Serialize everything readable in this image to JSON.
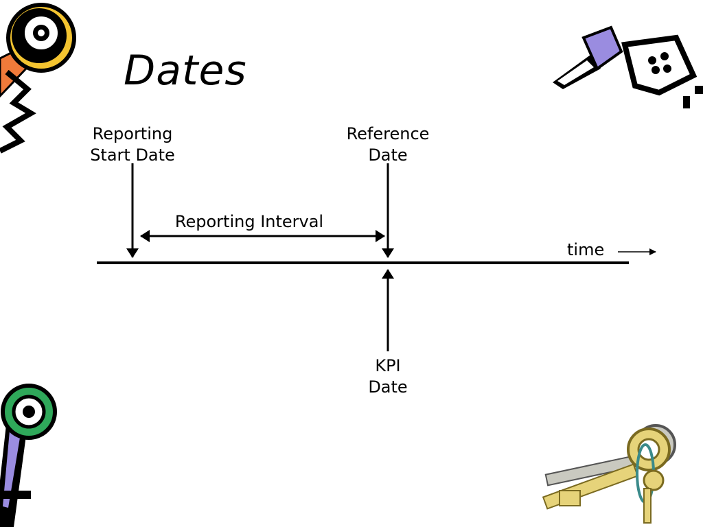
{
  "slide": {
    "title": "Dates"
  },
  "labels": {
    "reporting_start": [
      "Reporting",
      "Start Date"
    ],
    "reference_date": [
      "Reference",
      "Date"
    ],
    "reporting_interval": "Reporting Interval",
    "time": "time",
    "kpi_date": [
      "KPI",
      "Date"
    ]
  },
  "decorations": {
    "icons": [
      "key-icon",
      "key-icon",
      "key-icon",
      "key-ring-icon"
    ],
    "colors": {
      "yellow": "#f4c430",
      "orange": "#f07a3a",
      "purple": "#9a8ce0",
      "green": "#2fa85a",
      "gold": "#d9c24a"
    }
  }
}
